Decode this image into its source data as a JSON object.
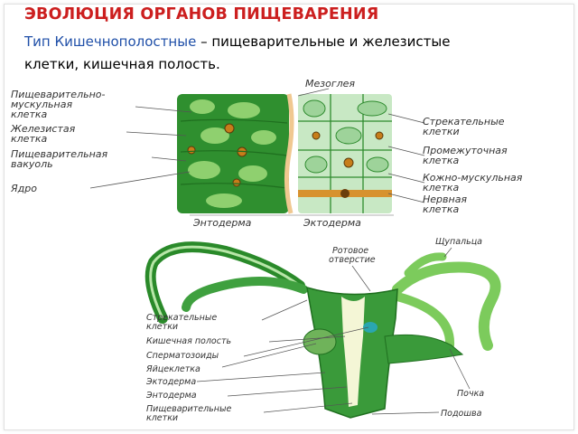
{
  "title": "ЭВОЛЮЦИЯ ОРГАНОВ ПИЩЕВАРЕНИЯ",
  "subtitle": {
    "type_label": "Тип Кишечнополостные",
    "line1_rest": " – пищеварительные и железистые",
    "line2": "клетки, кишечная полость."
  },
  "cells_diagram": {
    "left_labels": [
      "Пищеварительно-",
      "мускульная",
      "клетка",
      "Железистая",
      "клетка",
      "Пищеварительная",
      "вакуоль",
      "Ядро"
    ],
    "top_label": "Мезоглея",
    "right_labels": [
      "Стрекательные",
      "клетки",
      "Промежуточная",
      "клетка",
      "Кожно-мускульная",
      "клетка",
      "Нервная",
      "клетка"
    ],
    "bottom_left": "Энтодерма",
    "bottom_right": "Эктодерма"
  },
  "hydra_diagram": {
    "left_labels": [
      "Стрекательные",
      "клетки",
      "Кишечная полость",
      "Сперматозоиды",
      "Яйцеклетка",
      "Эктодерма",
      "Энтодерма",
      "Пищеварительные",
      "клетки"
    ],
    "top_labels": [
      "Ротовое",
      "отверстие",
      "Щупальца"
    ],
    "right_labels": [
      "Почка",
      "Подошва"
    ]
  },
  "colors": {
    "title": "#cc1f1f",
    "subtitle_type": "#1f4fa8",
    "endoderm": "#2e8b2e",
    "ectoderm": "#bfe3bf",
    "label": "#333333"
  }
}
